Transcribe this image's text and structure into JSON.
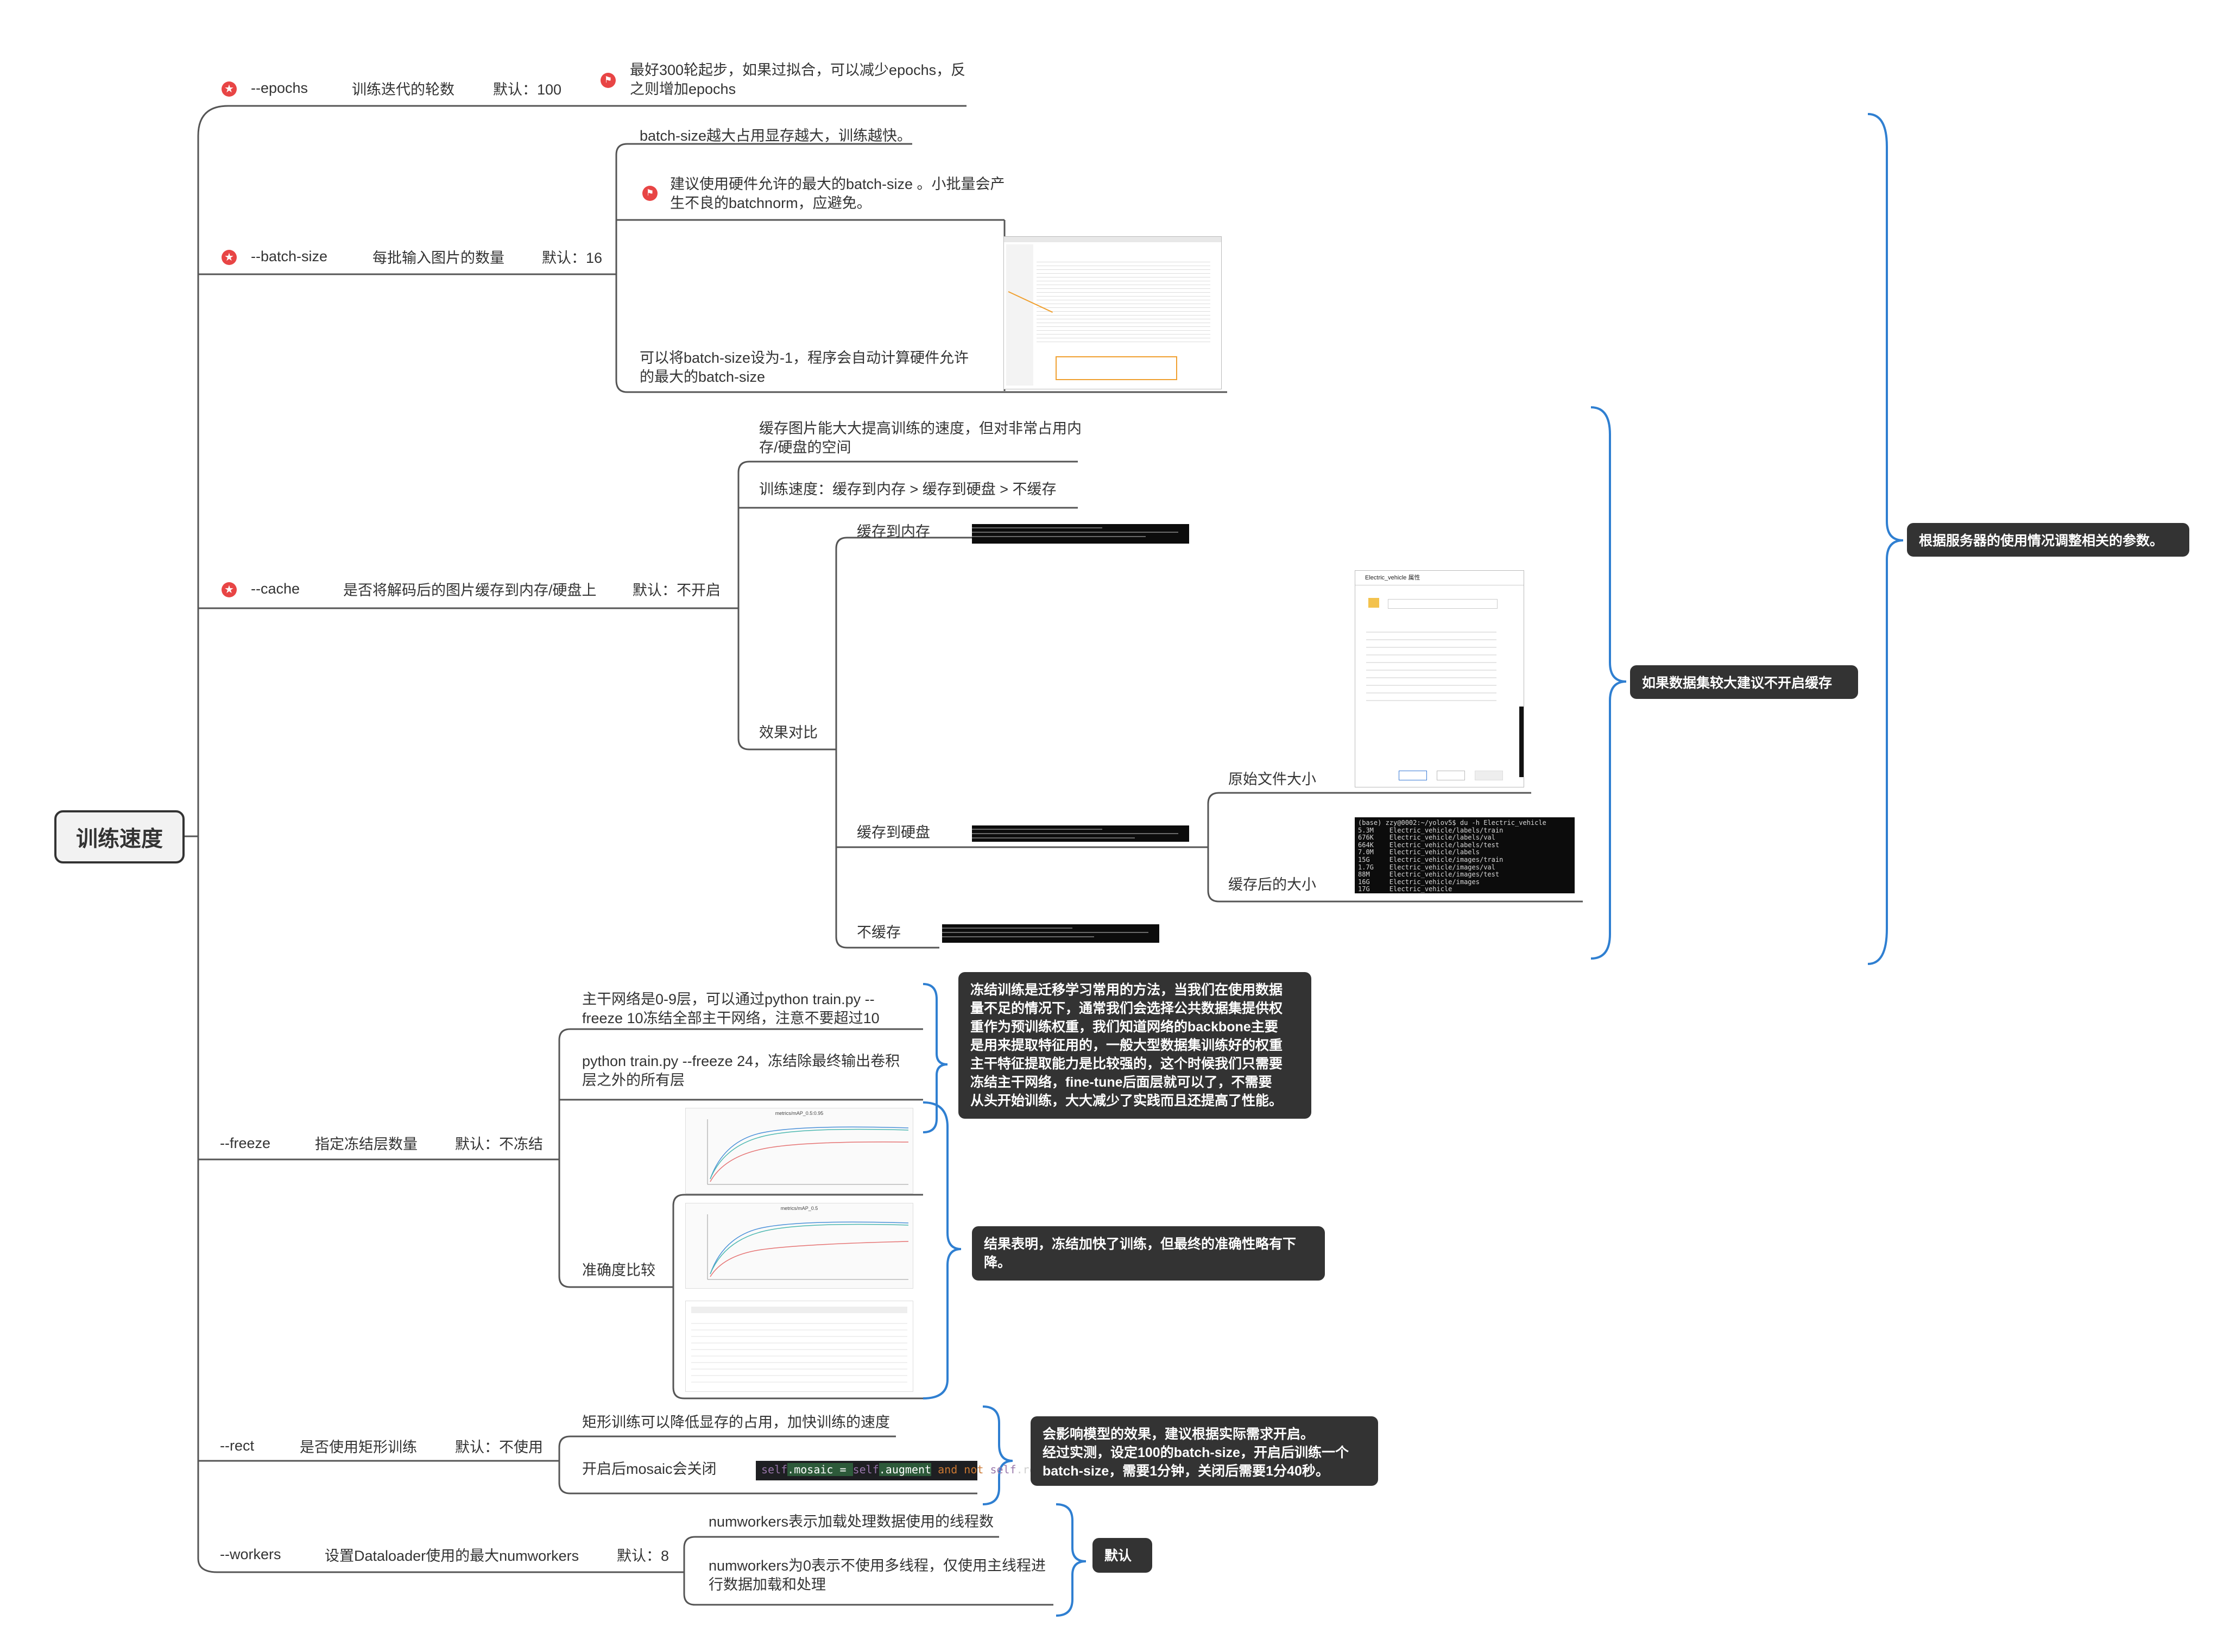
{
  "root": {
    "title": "训练速度"
  },
  "epochs": {
    "param": "--epochs",
    "desc": "训练迭代的轮数",
    "default": "默认：100",
    "tip": "最好300轮起步，如果过拟合，可以减少epochs，反\n之则增加epochs"
  },
  "batch": {
    "param": "--batch-size",
    "desc": "每批输入图片的数量",
    "default": "默认：16",
    "note1": "batch-size越大占用显存越大，训练越快。",
    "note2": "建议使用硬件允许的最大的batch-size 。小批量会产\n生不良的batchnorm，应避免。",
    "note3": "可以将batch-size设为-1，程序会自动计算硬件允许\n的最大的batch-size"
  },
  "cache": {
    "param": "--cache",
    "desc": "是否将解码后的图片缓存到内存/硬盘上",
    "default": "默认：不开启",
    "note1": "缓存图片能大大提高训练的速度，但对非常占用内\n存/硬盘的空间",
    "note2": "训练速度：缓存到内存 > 缓存到硬盘 > 不缓存",
    "compare": "效果对比",
    "mem": "缓存到内存",
    "disk": "缓存到硬盘",
    "none": "不缓存",
    "orig_size": "原始文件大小",
    "cached_size": "缓存后的大小",
    "du_lines": [
      "(base) zzy@0002:~/yolov5$ du -h Electric_vehicle",
      "5.3M\tElectric_vehicle/labels/train",
      "676K\tElectric_vehicle/labels/val",
      "664K\tElectric_vehicle/labels/test",
      "7.0M\tElectric_vehicle/labels",
      "15G\tElectric_vehicle/images/train",
      "1.7G\tElectric_vehicle/images/val",
      "88M\tElectric_vehicle/images/test",
      "16G\tElectric_vehicle/images",
      "17G\tElectric_vehicle"
    ],
    "props_title": "Electric_vehicle 属性"
  },
  "freeze": {
    "param": "--freeze",
    "desc": "指定冻结层数量",
    "default": "默认：不冻结",
    "note1": "主干网络是0-9层，可以通过python train.py --\nfreeze 10冻结全部主干网络，注意不要超过10",
    "note2": "python train.py --freeze 24，冻结除最终输出卷积\n层之外的所有层",
    "acc": "准确度比较",
    "explain": "冻结训练是迁移学习常用的方法，当我们在使用数据\n量不足的情况下，通常我们会选择公共数据集提供权\n重作为预训练权重，我们知道网络的backbone主要\n是用来提取特征用的，一般大型数据集训练好的权重\n主干特征提取能力是比较强的，这个时候我们只需要\n冻结主干网络，fine-tune后面层就可以了，不需要\n从头开始训练，大大减少了实践而且还提高了性能。",
    "result": "结果表明，冻结加快了训练，但最终的准确性略有下\n降。",
    "chart1_title": "metrics/mAP_0.5:0.95",
    "chart2_title": "metrics/mAP_0.5"
  },
  "rect": {
    "param": "--rect",
    "desc": "是否使用矩形训练",
    "default": "默认：不使用",
    "note1": "矩形训练可以降低显存的占用，加快训练的速度",
    "note2": "开启后mosaic会关闭",
    "code": {
      "a": "self",
      "b": ".mosaic = ",
      "c": "self",
      "d": ".augment",
      "e": " and not ",
      "f": "self",
      "g": ".rect  #"
    },
    "explain": "会影响模型的效果，建议根据实际需求开启。\n经过实测，设定100的batch-size，开启后训练一个\nbatch-size，需要1分钟，关闭后需要1分40秒。"
  },
  "workers": {
    "param": "--workers",
    "desc": "设置Dataloader使用的最大numworkers",
    "default": "默认：8",
    "note1": "numworkers表示加载处理数据使用的线程数",
    "note2": "numworkers为0表示不使用多线程，仅使用主线程进\n行数据加载和处理",
    "explain": "默认"
  },
  "summary": {
    "cache_tip": "如果数据集较大建议不开启缓存",
    "server_tip": "根据服务器的使用情况调整相关的参数。"
  },
  "colors": {
    "line": "#555555",
    "brace": "#2f7fd1",
    "note_bg": "#333333",
    "icon": "#e84545"
  }
}
